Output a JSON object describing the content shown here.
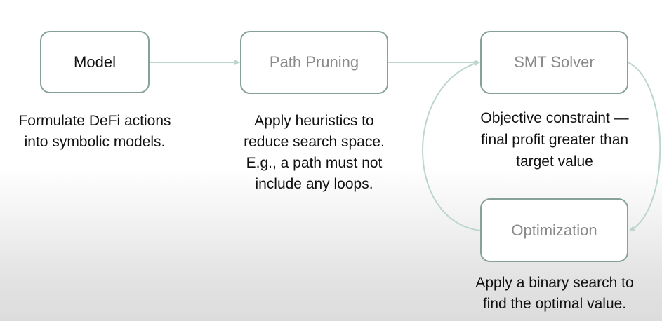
{
  "diagram": {
    "nodes": [
      {
        "id": "model",
        "label": "Model",
        "style": "active"
      },
      {
        "id": "pruning",
        "label": "Path Pruning",
        "style": "muted"
      },
      {
        "id": "smt",
        "label": "SMT Solver",
        "style": "muted"
      },
      {
        "id": "optimization",
        "label": "Optimization",
        "style": "muted"
      }
    ],
    "descriptions": {
      "model": [
        "Formulate DeFi actions",
        "into symbolic models."
      ],
      "pruning": [
        "Apply heuristics to",
        "reduce search space.",
        "E.g., a path must not",
        "include any loops."
      ],
      "smt": [
        "Objective constraint —",
        "final profit greater than",
        "target value"
      ],
      "optimization": [
        "Apply a binary search to",
        "find the optimal value."
      ]
    },
    "edges": [
      {
        "from": "model",
        "to": "pruning"
      },
      {
        "from": "pruning",
        "to": "smt"
      },
      {
        "from": "smt",
        "to": "optimization"
      },
      {
        "from": "optimization",
        "to": "smt"
      }
    ],
    "colors": {
      "box_border": "#86a298",
      "arrow": "#bcd6cf",
      "active_text": "#111111",
      "muted_text": "#8a8a8a"
    }
  }
}
